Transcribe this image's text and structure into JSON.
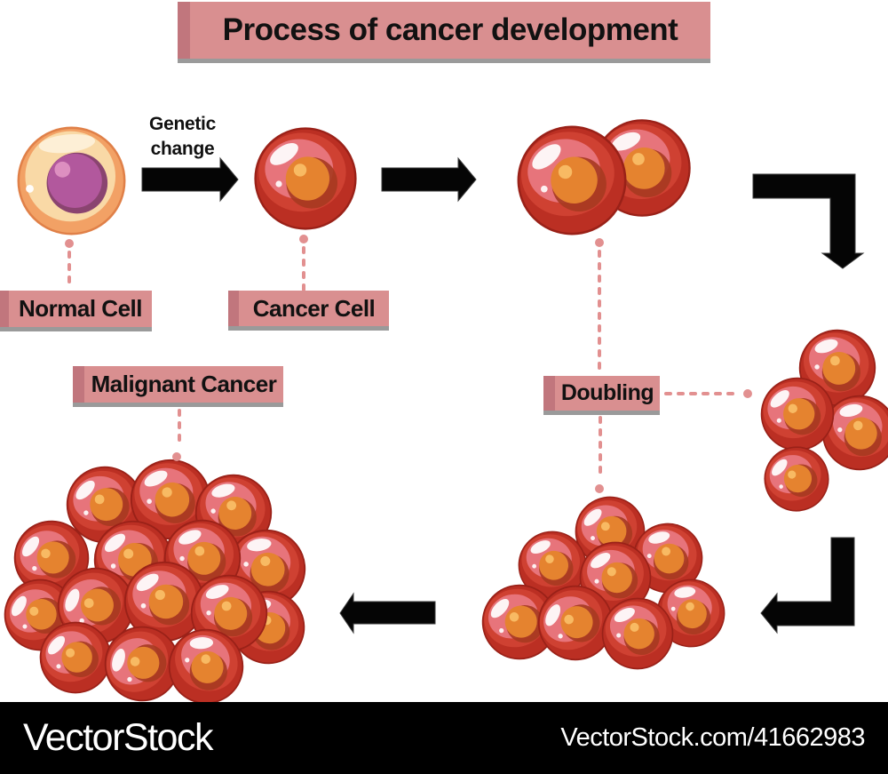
{
  "title": "Process of cancer development",
  "annotation_genetic_change": {
    "line1": "Genetic",
    "line2": "change"
  },
  "labels": {
    "normal_cell": "Normal Cell",
    "cancer_cell": "Cancer Cell",
    "doubling": "Doubling",
    "malignant_cancer": "Malignant Cancer"
  },
  "footer": {
    "brand": "VectorStock",
    "watermark_url": "VectorStock.com/41662983"
  },
  "colors": {
    "banner_fill": "#d98f90",
    "banner_edge": "#c1767d",
    "banner_shadow": "#9a9a9a",
    "connector_pink": "#e29090",
    "arrow_black": "#050505",
    "cancer_cell_body": "#bb2f23",
    "cancer_cell_inner_pink": "#e7747b",
    "cancer_cell_nucleus": "#e5832f",
    "normal_cell_rim": "#f2a165",
    "normal_cell_body": "#f9d9a6",
    "normal_cell_nucleus": "#b2589d",
    "footer_bg": "#000000",
    "footer_text": "#ffffff"
  }
}
